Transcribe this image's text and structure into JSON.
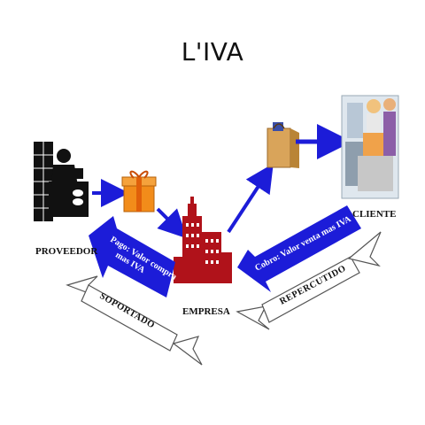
{
  "title": "L'IVA",
  "nodes": {
    "proveedor": "PROVEEDOR",
    "empresa": "EMPRESA",
    "cliente": "CLIENTE"
  },
  "flows": {
    "pago": [
      "Pago: Valor compra",
      "mas IVA"
    ],
    "cobro": "Cobro: Valor venta mas IVA"
  },
  "ribbons": {
    "soportado": "SOPORTADO",
    "repercutido": "REPERCUTIDO"
  },
  "colors": {
    "arrow": "#1c1cd8",
    "building": "#b0121a",
    "gift": "#f28c1a",
    "bag": "#d9a45a"
  }
}
